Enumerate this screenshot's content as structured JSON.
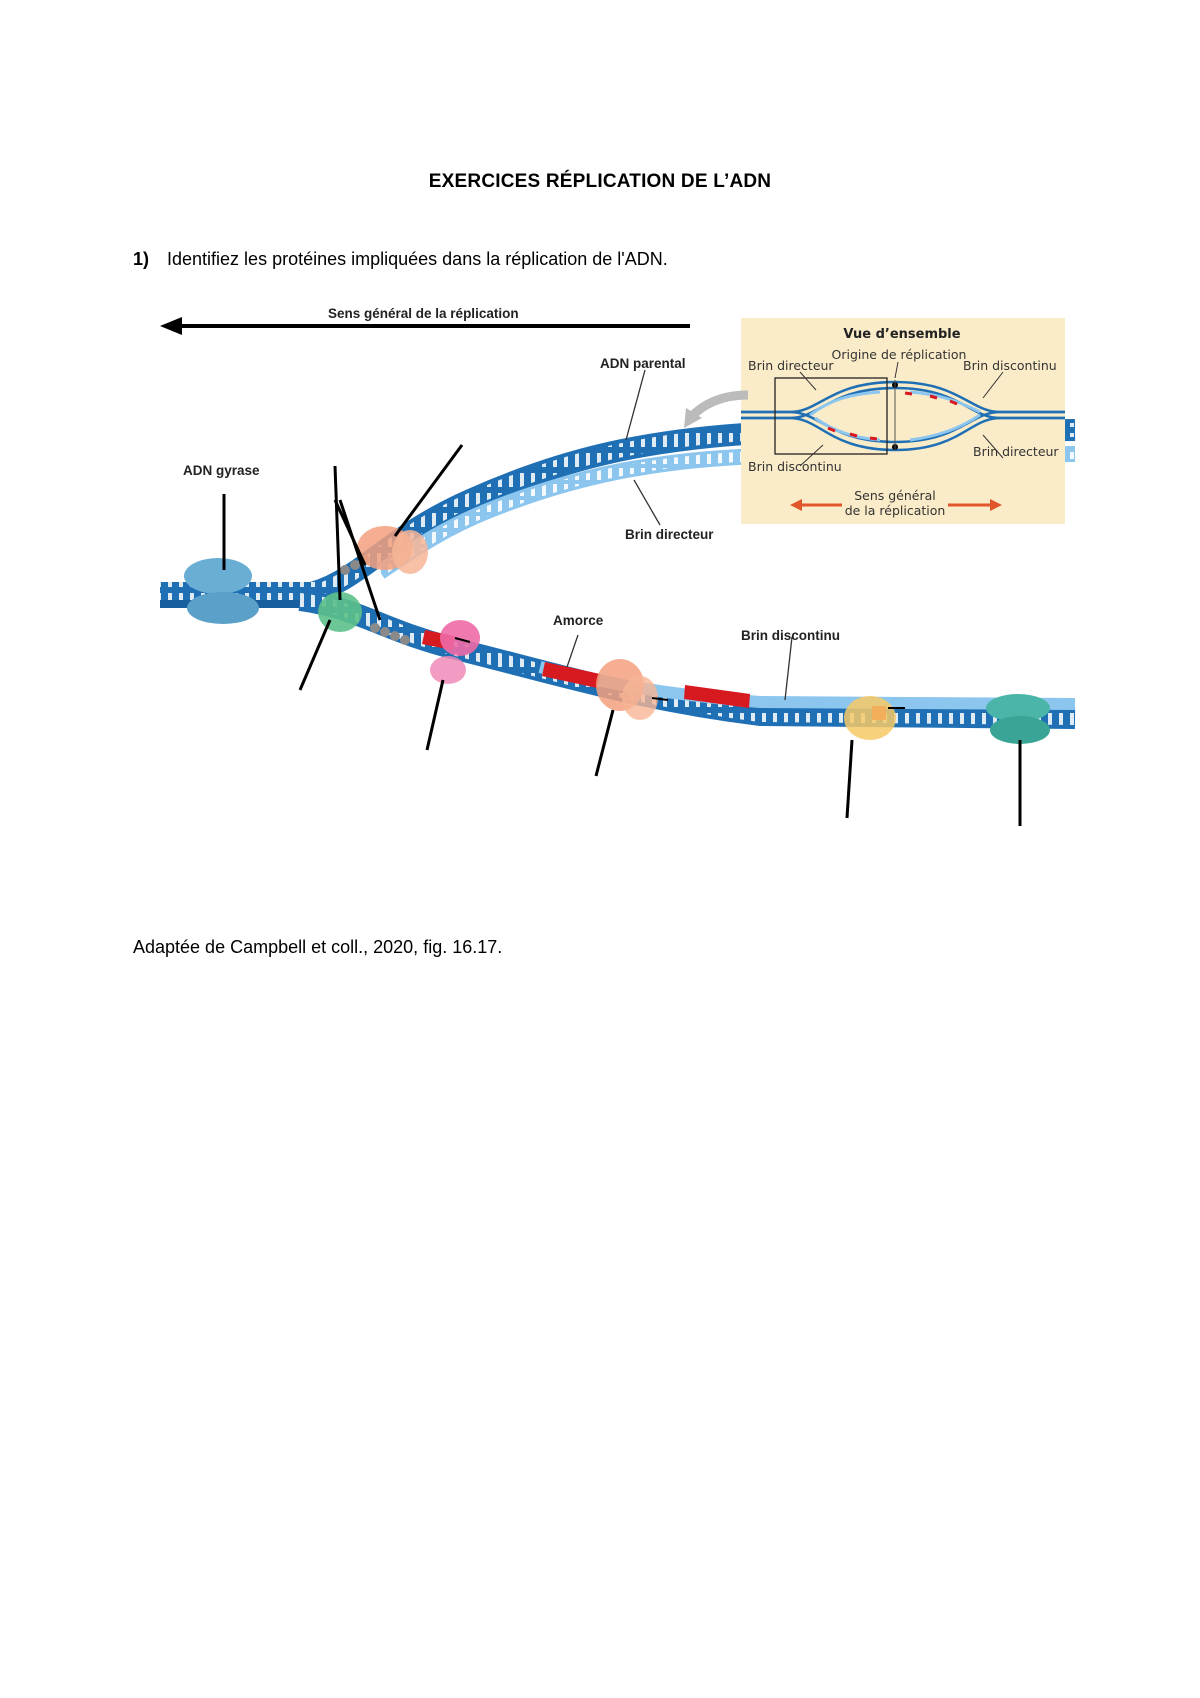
{
  "page": {
    "title": "EXERCICES RÉPLICATION DE L’ADN",
    "question": {
      "number": "1)",
      "text": "Identifiez les protéines impliquées dans la réplication de l'ADN."
    },
    "caption": "Adaptée de Campbell et coll., 2020, fig. 16.17."
  },
  "figure": {
    "labels": {
      "direction": "Sens général de la réplication",
      "parental_dna": "ADN parental",
      "gyrase": "ADN gyrase",
      "leading_strand": "Brin directeur",
      "primer": "Amorce",
      "lagging_strand": "Brin discontinu"
    },
    "overview": {
      "title": "Vue d’ensemble",
      "origin": "Origine de réplication",
      "leading_left": "Brin directeur",
      "lagging_right": "Brin discontinu",
      "lagging_left": "Brin discontinu",
      "leading_right": "Brin directeur",
      "direction_line1": "Sens général",
      "direction_line2": "de la réplication"
    },
    "colors": {
      "dna_dark": "#1f6fb5",
      "dna_light": "#8cc6ee",
      "primer_red": "#d71920",
      "overview_bg": "#fbecc9",
      "arrow_orange": "#e0552a"
    }
  }
}
